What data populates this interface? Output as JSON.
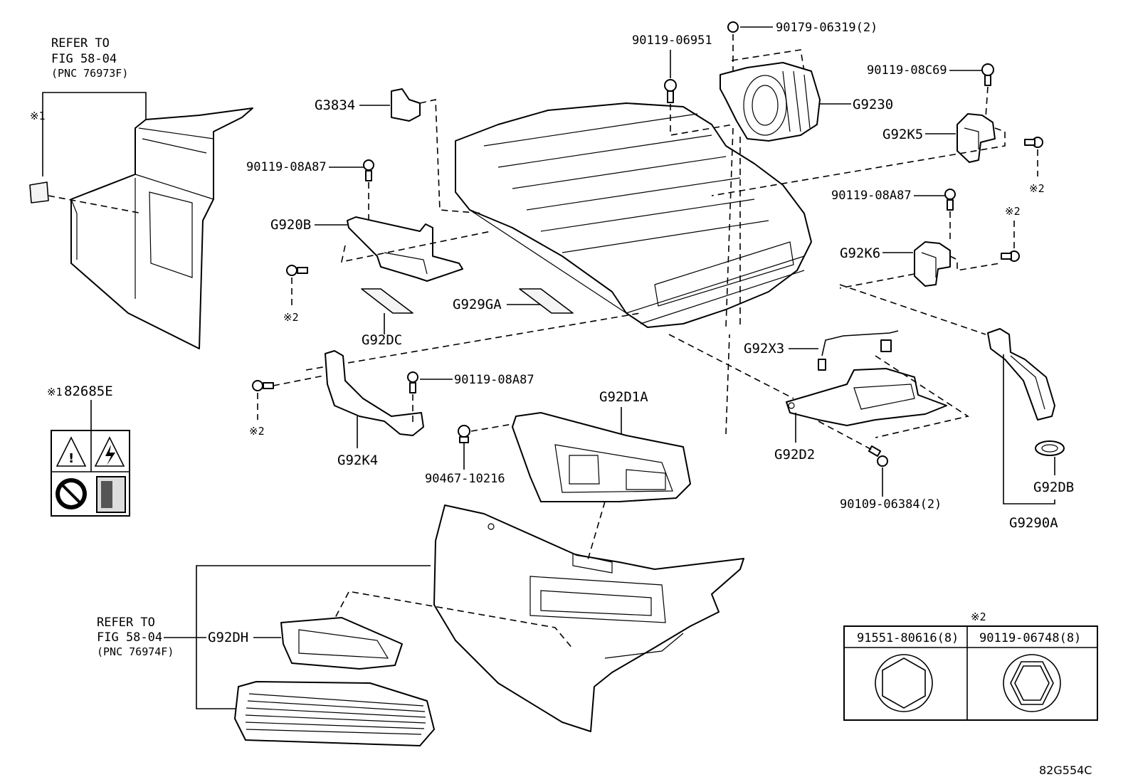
{
  "labels": {
    "refer_top_1": "REFER TO",
    "refer_top_2": "FIG 58-04",
    "refer_top_3": "(PNC 76973F)",
    "mark1_top": "※1",
    "mark1_label": "※1",
    "label_82685E": "82685E",
    "refer_bot_1": "REFER TO",
    "refer_bot_2": "FIG 58-04",
    "refer_bot_3": "(PNC 76974F)",
    "G92DH": "G92DH",
    "G3834": "G3834",
    "p90119_08A87_a": "90119-08A87",
    "G920B": "G920B",
    "mark2_a": "※2",
    "G92DC": "G92DC",
    "G929GA": "G929GA",
    "mark2_b": "※2",
    "G92K4": "G92K4",
    "p90119_08A87_b": "90119-08A87",
    "p90467_10216": "90467-10216",
    "G92D1A": "G92D1A",
    "p90119_06951": "90119-06951",
    "p90179_06319": "90179-06319(2)",
    "G9230": "G9230",
    "p90119_08C69": "90119-08C69",
    "G92K5": "G92K5",
    "mark2_c": "※2",
    "p90119_08A87_c": "90119-08A87",
    "mark2_d": "※2",
    "G92K6": "G92K6",
    "G92X3": "G92X3",
    "G92D2": "G92D2",
    "p90109_06384": "90109-06384(2)",
    "G92DB": "G92DB",
    "G9290A": "G9290A",
    "table_mark": "※2",
    "table_col1": "91551-80616(8)",
    "table_col2": "90119-06748(8)",
    "diagram_code": "82G554C"
  }
}
